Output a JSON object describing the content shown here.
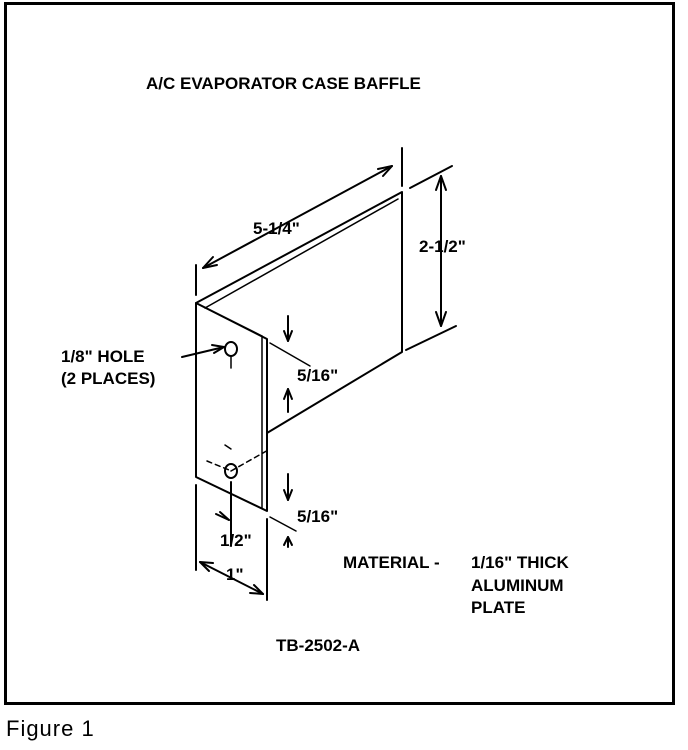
{
  "title": "A/C EVAPORATOR CASE BAFFLE",
  "dimensions": {
    "length": "5-1/4\"",
    "height": "2-1/2\"",
    "hole_spacing_top": "5/16\"",
    "hole_spacing_bottom": "5/16\"",
    "hole_offset": "1/2\"",
    "flange_width": "1\""
  },
  "hole_callout": {
    "line1": "1/8\" HOLE",
    "line2": "(2 PLACES)"
  },
  "material": {
    "label": "MATERIAL -",
    "line1": "1/16\" THICK",
    "line2": "ALUMINUM",
    "line3": "PLATE"
  },
  "drawing_number": "TB-2502-A",
  "caption": "Figure 1"
}
